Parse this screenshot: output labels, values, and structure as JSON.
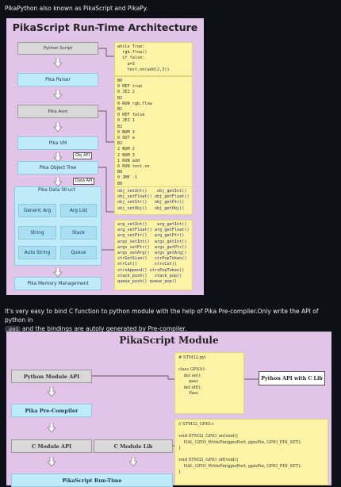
{
  "intro_text": "PikaPython also known as PikaScript and PikaPy.",
  "para": {
    "line1": "It's very easy to bind C function to python module with the help of Pika Pre-compiler.Only write the API of python in",
    "code": ".pyi",
    "line2_rest": " and the bindings are autoly generated by Pre-compiler."
  },
  "fig1": {
    "title": "PikaScript Run-Time Architecture",
    "python_script": "Python Script",
    "pika_parser": "Pika Parser",
    "pika_asm": "Pika Asm",
    "pika_vm": "Pika VM",
    "obj_api": "Obj API",
    "pika_object_tree": "Pika Object Tree",
    "data_api": "Data API",
    "pika_data_struct": "Pika Data Struct",
    "generic_arg": "Generic Arg",
    "arg_list": "Arg List",
    "string": "String",
    "stack": "Stack",
    "auto_string": "Auto String",
    "queue": "Queue",
    "memory_mgmt": "Pika Memory Management",
    "note_script": "while True:\n  rgb.flow()\n  if false:\n    a=3\n    test.on(add(2,3))",
    "note_asm": "B0\n0 REF true\n0 JEZ 2\nB1\n0 RUN rgb.flow\nB1\n0 REF false\n0 JEZ 1\nB2\n0 NUM 3\n0 OUT a\nB2\n2 NUM 2\n2 NUM 3\n1 RUN add\n0 RUN test.on\nB0\n0 JMP -1\nB0",
    "note_obj": "obj_setInt()    obj_getInt()\nobj_setFloat() obj_getFloat()\nobj_setStr()   obj_getPtr()\nobj_setObj()   obj_getObj()",
    "note_data": "arg_setInt()    arg_getInt()\narg_setFloat() arg_getFloat()\narg_setPtr()   arg_getPtr()\nargs_setInt()  args_getInt()\nargs_setPtr()  args_getPtr()\nargs_setArg()  args_getArg()\nstrGetSize()   strPopToken()\nstrCut()       strsCut()\nstrsAppend() strsPopToken()\nstack_push()   stack_pop()\nqueue_push() queue_pop()"
  },
  "fig2": {
    "title": "PikaScript Module",
    "python_module_api": "Python Module API",
    "pika_pre_compiler": "Pika Pre-Compiler",
    "c_module_api": "C Module API",
    "c_module_lib": "C Module Lib",
    "pikascript_runtime": "PikaScript Run-Time",
    "python_api_with_c_lib": "Python API with C Lib",
    "note_pyi": "# STM32.pyi\n\nclass GPIO():\n    def on():\n        pass\n    def off():\n        Pass",
    "note_c": "// STM32_GPIO.c\n\nvoid STM32_GPIO_on(void){\n    HAL_GPIO_WritePin(gpioPort, gpioPin, GPIO_PIN_SET);\n}\n\nvoid STM32_GPIO_off(void){\n    HAL_GPIO_WritePin(gpioPort, gpioPin, GPIO_PIN_SET);\n}"
  },
  "colors": {
    "bg": "#0d1117",
    "figure_bg": "#e2c4e9",
    "cyan_box": "#bfeaf8",
    "note_yellow": "#fcf3a6"
  }
}
